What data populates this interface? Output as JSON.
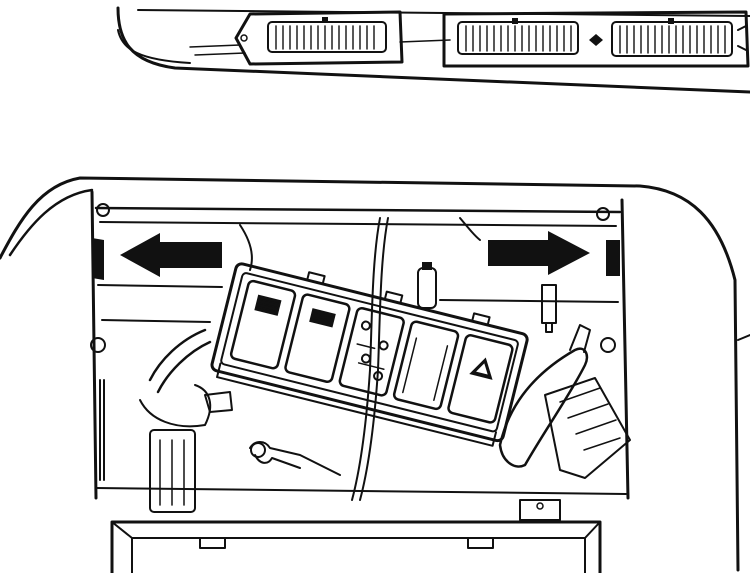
{
  "diagram": {
    "colors": {
      "ink": "#111111",
      "paper": "#ffffff"
    },
    "upper_view": {
      "vents": [
        "left-vent",
        "center-vent",
        "right-vent"
      ]
    },
    "lower_view": {
      "arrows": [
        "pull-left-arrow",
        "pull-right-arrow"
      ],
      "switch_panel": {
        "switches": [
          "rear-window-defrost-switch",
          "seat-heat-switch",
          "center-switch",
          "blank-switch",
          "hazard-warning-switch"
        ],
        "hazard_symbol": "warning-triangle-icon"
      }
    }
  }
}
